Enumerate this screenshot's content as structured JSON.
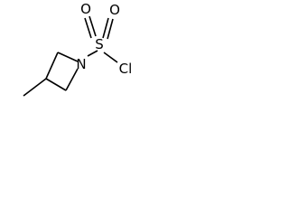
{
  "molecule": {
    "atoms": {
      "n": "N",
      "s": "S",
      "o_top": "O",
      "o_right": "O",
      "cl": "Cl"
    }
  }
}
